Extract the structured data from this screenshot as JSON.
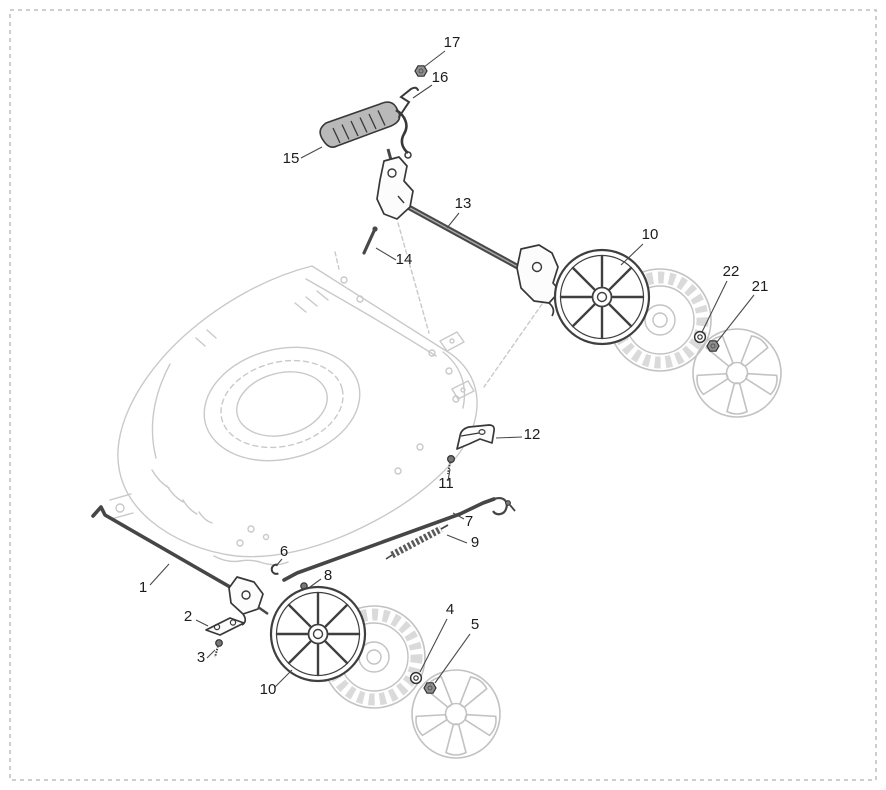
{
  "diagram": {
    "type": "exploded-parts-diagram",
    "subject": "Walk-behind mower height adjuster, axles, wheels and hub caps",
    "colors": {
      "background": "#ffffff",
      "ghost_outline": "#c9c9c9",
      "part_outline": "#3a3a3a",
      "metal_fill": "#8f8f8f",
      "label_text": "#1c1c1c",
      "page_border": "#bdbdbd"
    },
    "callouts": [
      {
        "number": "17",
        "points_to": "flange-nut-top"
      },
      {
        "number": "16",
        "points_to": "torsion-clip"
      },
      {
        "number": "15",
        "points_to": "handle-grip"
      },
      {
        "number": "13",
        "points_to": "rear-axle-assembly"
      },
      {
        "number": "14",
        "points_to": "clevis-pin"
      },
      {
        "number": "10",
        "points_to": "rear-wheel"
      },
      {
        "number": "22",
        "points_to": "rear-washer"
      },
      {
        "number": "21",
        "points_to": "rear-flange-nut"
      },
      {
        "number": "12",
        "points_to": "support-bracket"
      },
      {
        "number": "11",
        "points_to": "bracket-screw"
      },
      {
        "number": "7",
        "points_to": "adjuster-link-rod"
      },
      {
        "number": "9",
        "points_to": "tension-spring"
      },
      {
        "number": "6",
        "points_to": "retaining-clip"
      },
      {
        "number": "8",
        "points_to": "rod-screw"
      },
      {
        "number": "1",
        "points_to": "front-axle"
      },
      {
        "number": "2",
        "points_to": "retainer-plate"
      },
      {
        "number": "3",
        "points_to": "plate-screw"
      },
      {
        "number": "10",
        "points_to": "front-wheel"
      },
      {
        "number": "4",
        "points_to": "front-washer"
      },
      {
        "number": "5",
        "points_to": "front-flange-nut"
      }
    ]
  }
}
